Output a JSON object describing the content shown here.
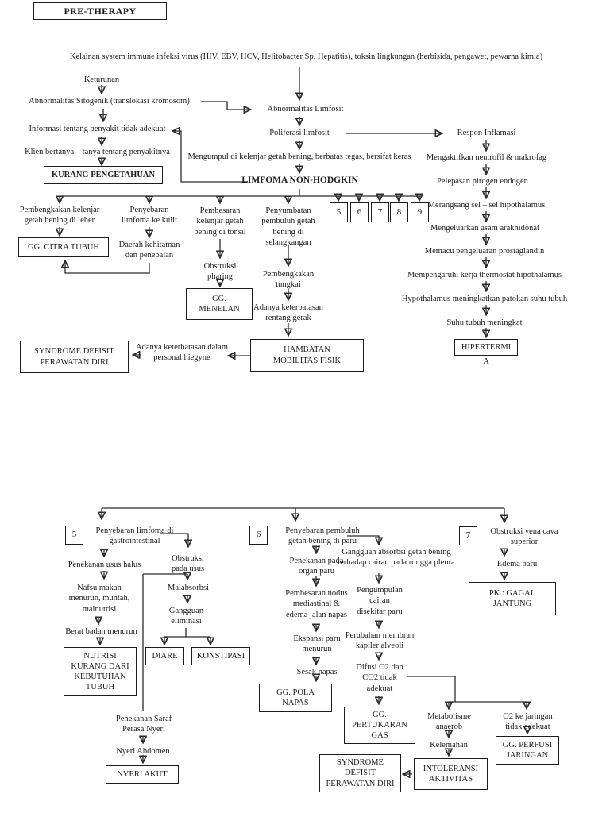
{
  "colors": {
    "ink": "#1c1c1c",
    "line": "#2b2b2b",
    "page_bg": "#ffffff"
  },
  "header": {
    "title": "PRE-THERAPY"
  },
  "t": {
    "etiology": "Kelainan system immune infeksi virus (HIV, EBV, HCV, Helitobacter Sp, Hepatitis),  toksin lingkungan (herbisida, pengawet, pewarna kimia)",
    "keturunan": "Keturunan",
    "sitogenik": "Abnormalitas Sitogenik (translokasi kromosom)",
    "informasi": "Informasi tentang penyakit tidak adekuat",
    "klien": "Klien bertanya – tanya tentang penyakitnya",
    "kurang_pengetahuan": "KURANG PENGETAHUAN",
    "abnormalitas_limfosit": "Abnormalitas Limfosit",
    "poliferasi": "Poliferasi limfosit",
    "mengumpul": "Mengumpul di kelenjar getah bening, berbatas tegas, bersifat keras",
    "limfoma": "LIMFOMA NON-HODGKIN",
    "respon_inflamasi": "Respon Inflamasi",
    "mengaktifkan": "Mengaktifkan neutrofil & makrofag",
    "pelepasan": "Pelepasan pirogen endogen",
    "merangsang": "Merangsang  sel – sel hipothalamus",
    "mengeluarkan": "Mengeluarkan asam arakhidonat",
    "memacu": "Memacu pengeluaran prostaglandin",
    "mempengaruhi": "Mempengaruhi kerja thermostat hipothalamus",
    "hypothalamus": "Hypothalamus meningkatkan patokan suhu tubuh",
    "suhu": "Suhu tubuh meningkat",
    "hipertermi": "HIPERTERMI",
    "hipertermi2": "A",
    "pembengkakan_leher": "Pembengkakan kelenjar\ngetah bening di leher",
    "citra_tubuh": "GG. CITRA TUBUH",
    "penyebaran_kulit": "Penyebaran\nlimfoma ke kulit",
    "daerah_kehitaman": "Daerah kehitaman\ndan penebalan",
    "pembesaran_tonsil": "Pembesaran\nkelenjar getah\nbening di tonsil",
    "obstruksi_pharing": "Obstruksi\npharing",
    "menelan": "GG.\nMENELAN",
    "penyumbatan": "Penyumbatan\npembuluh getah\nbening di\nselangkangan",
    "pembengkakan_tungkai": "Pembengkakan\ntungkai",
    "keterbatasan_gerak": "Adanya keterbatasan\nrentang gerak",
    "hambatan": "HAMBATAN\nMOBILITAS FISIK",
    "num5": "5",
    "num6": "6",
    "num7": "7",
    "num8": "8",
    "num9": "9",
    "syndrome1": "SYNDROME DEFISIT\nPERAWATAN DIRI",
    "keterbatasan_personal": "Adanya keterbatasan dalam\npersonal hiegyne"
  },
  "b": {
    "num5": "5",
    "penyebaran_gastro": "Penyebaran limfoma di\ngastrointestinal",
    "penekanan_usus": "Penekanan usus halus",
    "nafsu_makan": "Nafsu makan\nmenurun, muntah,\nmalnutrisi",
    "berat_badan": "Berat badan menurun",
    "nutrisi": "NUTRISI\nKURANG DARI\nKEBUTUHAN\nTUBUH",
    "obstruksi_usus": "Obstruksi\npada usus",
    "malabsorbsi": "Malabsorbsi",
    "gangguan_eliminasi": "Gangguan\neliminasi",
    "diare": "DIARE",
    "konstipasi": "KONSTIPASI",
    "penekanan_saraf": "Penekanan Saraf\nPerasa Nyeri",
    "nyeri_abdomen": "Nyeri Abdomen",
    "nyeri_akut": "NYERI AKUT",
    "num6": "6",
    "penyebaran_paru": "Penyebaran pembuluh\ngetah bening di paru",
    "penekanan_organ": "Penekanan pada\norgan paru",
    "pembesaran_nodus": "Pembesaran nodus\nmediastinal &\nedema jalan napas",
    "ekspansi": "Ekspansi paru\nmenurun",
    "sesak": "Sesak napas",
    "pola_napas": "GG. POLA\nNAPAS",
    "gangguan_absorbsi": "Gangguan absorbsi getah bening\nterhadap cairan pada rongga pleura",
    "pengumpulan": "Pengumpulan\ncairan\ndisekitar paru",
    "perubahan_membran": "Perubahan membran\nkapiler alveoli",
    "difusi": "Difusi O2 dan\nCO2 tidak\nadekuat",
    "pertukaran_gas": "GG.\nPERTUKARAN\nGAS",
    "metabolisme": "Metabolisme\nanaerob",
    "kelemahan": "Kelemahan",
    "intoleransi": "INTOLERANSI\nAKTIVITAS",
    "syndrome2": "SYNDROME\nDEFISIT\nPERAWATAN DIRI",
    "o2_jaringan": "O2 ke jaringan\ntidak adekuat",
    "perfusi": "GG. PERFUSI\nJARINGAN",
    "num7": "7",
    "obstruksi_vena": "Obstruksi vena cava\nsuperior",
    "edema_paru": "Edema paru",
    "pk_gagal": "PK : GAGAL\nJANTUNG"
  }
}
